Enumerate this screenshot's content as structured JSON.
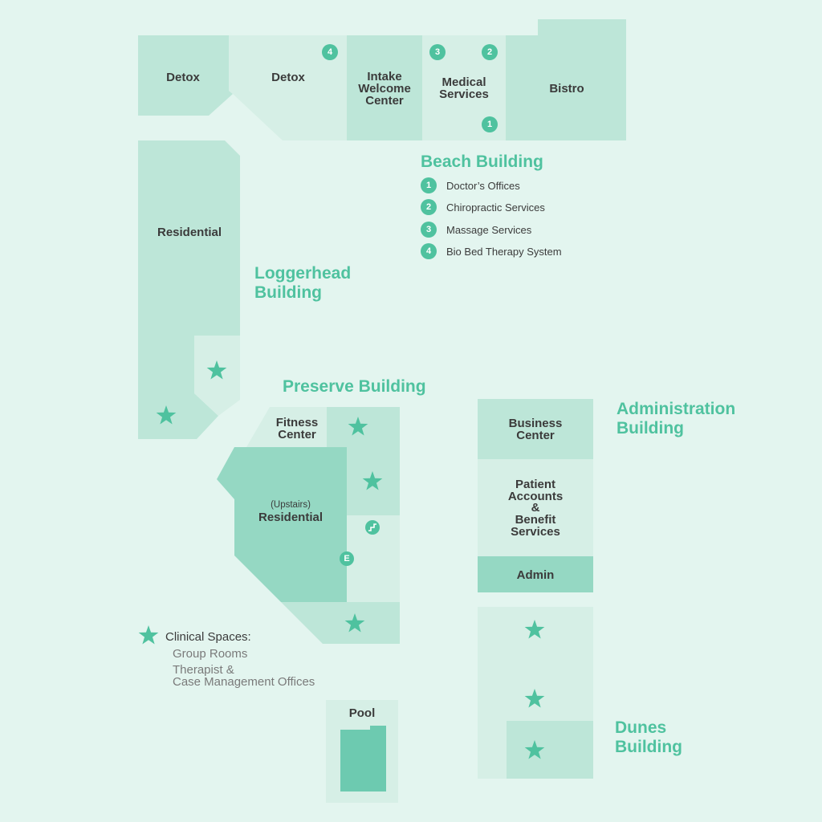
{
  "colors": {
    "background": "#e3f5ef",
    "room_light": "#d6efe6",
    "room_mid": "#bde6d8",
    "room_dark": "#95d8c3",
    "accent": "#4fc29f",
    "pool": "#6dcab0",
    "label": "#3b3b3b"
  },
  "rooms": {
    "detox_1": "Detox",
    "detox_2": "Detox",
    "intake": [
      "Intake",
      "Welcome",
      "Center"
    ],
    "medical": [
      "Medical",
      "Services"
    ],
    "bistro": "Bistro",
    "loggerhead_residential": "Residential",
    "fitness": [
      "Fitness",
      "Center"
    ],
    "upstairs_note": "(Upstairs)",
    "preserve_residential": "Residential",
    "business": [
      "Business",
      "Center"
    ],
    "patient_accounts": [
      "Patient",
      "Accounts",
      "&",
      "Benefit",
      "Services"
    ],
    "admin": "Admin",
    "pool": "Pool"
  },
  "buildings": {
    "beach": "Beach Building",
    "loggerhead": [
      "Loggerhead",
      "Building"
    ],
    "preserve": "Preserve Building",
    "administration": [
      "Administration",
      "Building"
    ],
    "dunes": [
      "Dunes",
      "Building"
    ]
  },
  "beach_key": [
    {
      "num": "1",
      "label": "Doctor’s Offices"
    },
    {
      "num": "2",
      "label": "Chiropractic Services"
    },
    {
      "num": "3",
      "label": "Massage Services"
    },
    {
      "num": "4",
      "label": "Bio Bed Therapy System"
    }
  ],
  "map_markers": {
    "bio_bed": "4",
    "massage": "3",
    "chiropractic": "2",
    "doctor": "1",
    "elevator": "E"
  },
  "icons": {
    "clinical": "star-icon",
    "stairs": "stairs-icon",
    "elevator": "elevator-icon"
  },
  "legend": {
    "title": "Clinical Spaces:",
    "items": [
      "Group Rooms",
      "Therapist &",
      "Case Management Offices"
    ]
  }
}
